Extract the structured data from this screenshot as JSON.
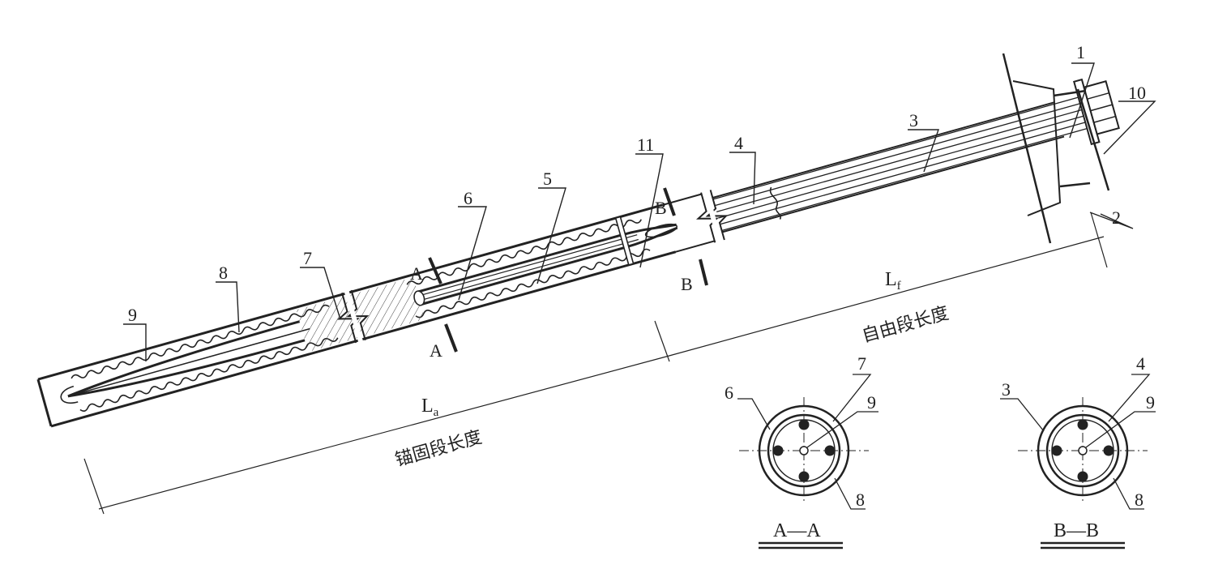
{
  "labels": {
    "callouts": [
      "1",
      "2",
      "3",
      "4",
      "5",
      "6",
      "7",
      "8",
      "9",
      "10",
      "11"
    ],
    "section_a": "A",
    "section_b": "B",
    "la": "L",
    "la_sub": "a",
    "lf": "L",
    "lf_sub": "f",
    "anchor_length": "锚固段长度",
    "free_length": "自由段长度",
    "section_aa": "A—A",
    "section_bb": "B—B",
    "sec_aa_callouts": [
      "6",
      "7",
      "9",
      "8"
    ],
    "sec_bb_callouts": [
      "3",
      "4",
      "9",
      "8"
    ]
  }
}
